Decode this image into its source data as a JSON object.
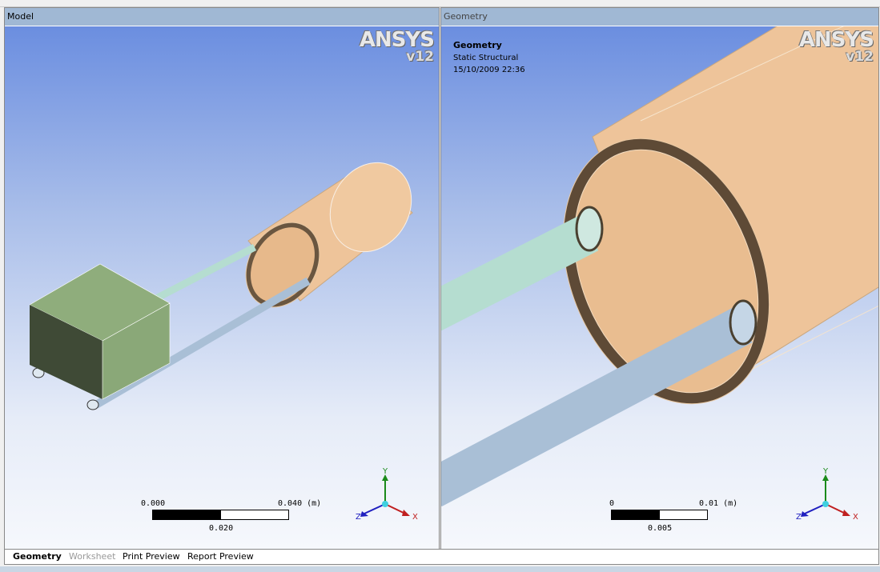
{
  "left_panel": {
    "title": "Model",
    "logo": {
      "brand": "ANSYS",
      "version": "v12"
    },
    "scale": {
      "min": "0.000",
      "max": "0.040 (m)",
      "mid": "0.020",
      "fraction_filled": 0.5
    },
    "triad": {
      "y": "Y",
      "x": "X",
      "z": "Z"
    }
  },
  "right_panel": {
    "title": "Geometry",
    "logo": {
      "brand": "ANSYS",
      "version": "v12"
    },
    "info": {
      "heading": "Geometry",
      "analysis": "Static Structural",
      "timestamp": "15/10/2009 22:36"
    },
    "scale": {
      "min": "0",
      "max": "0.01 (m)",
      "mid": "0.005",
      "fraction_filled": 0.5
    },
    "triad": {
      "y": "Y",
      "x": "X",
      "z": "Z"
    }
  },
  "tabs": [
    {
      "label": "Geometry",
      "active": true
    },
    {
      "label": "Worksheet",
      "disabled": true
    },
    {
      "label": "Print Preview"
    },
    {
      "label": "Report Preview"
    }
  ],
  "colors": {
    "tube": "#eec49a",
    "rod_green": "#b5ddd0",
    "rod_blue": "#a9bfd6",
    "block": "#8aa878"
  }
}
